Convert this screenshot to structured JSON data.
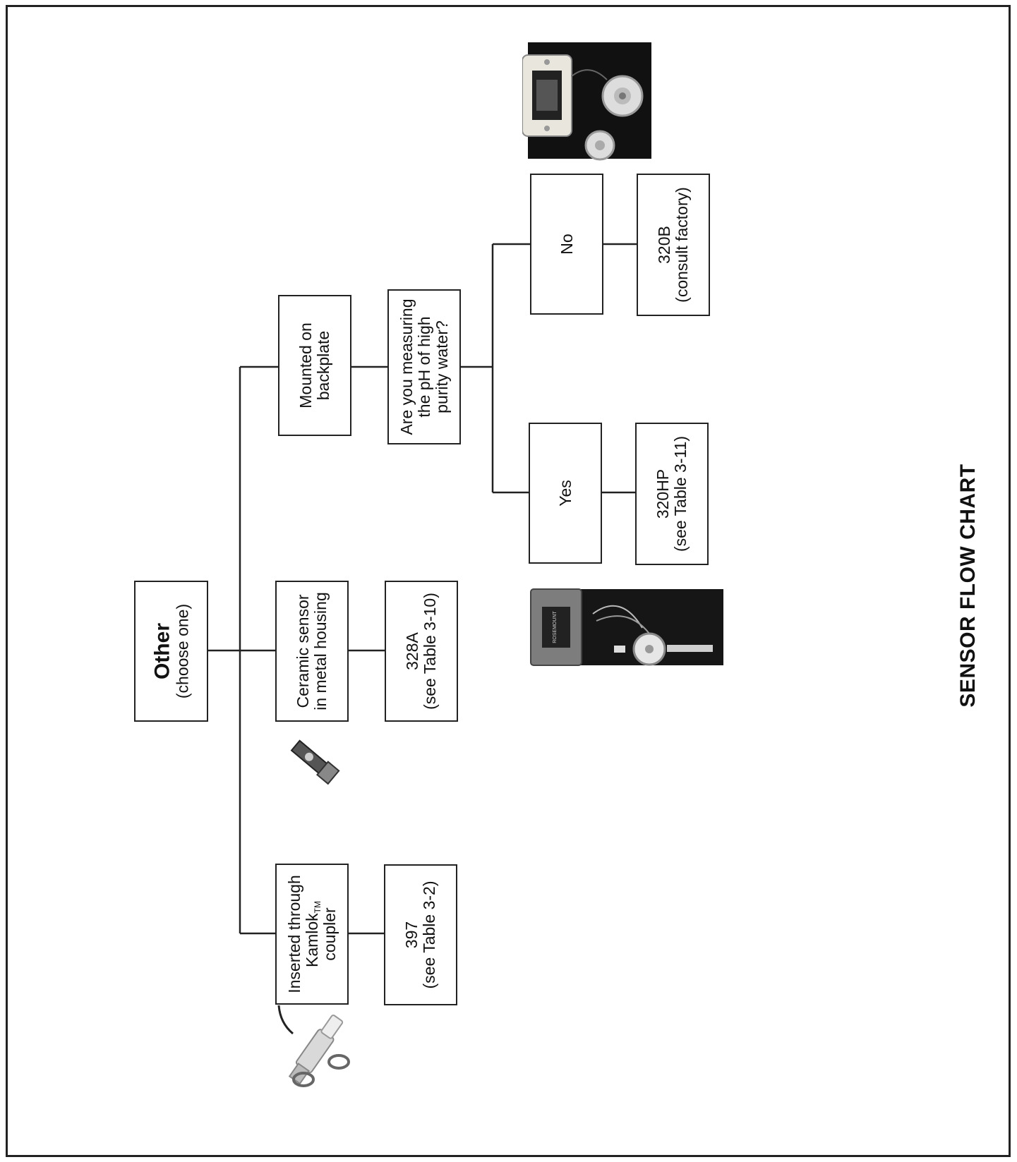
{
  "title": "SENSOR FLOW CHART",
  "root": {
    "heading": "Other",
    "sub": "(choose one)"
  },
  "branches": {
    "kamlok": {
      "line1": "Inserted through",
      "line2a": "Kamlok",
      "line2tm": "TM",
      "line3": "coupler"
    },
    "ceramic": {
      "line1": "Ceramic sensor",
      "line2": "in metal housing"
    },
    "backplate": {
      "line1": "Mounted on",
      "line2": "backplate"
    }
  },
  "results": {
    "r397": {
      "model": "397",
      "ref": "(see Table 3-2)"
    },
    "r328a": {
      "model": "328A",
      "ref": "(see Table 3-10)"
    },
    "r320hp": {
      "model": "320HP",
      "ref": "(see Table 3-11)"
    },
    "r320b": {
      "model": "320B",
      "ref": "(consult factory)"
    }
  },
  "question": {
    "line1": "Are you measuring",
    "line2": "the pH of high",
    "line3": "purity water?"
  },
  "answers": {
    "yes": "Yes",
    "no": "No"
  },
  "photo_labels": {
    "rosemount": "ROSEMOUNT"
  }
}
